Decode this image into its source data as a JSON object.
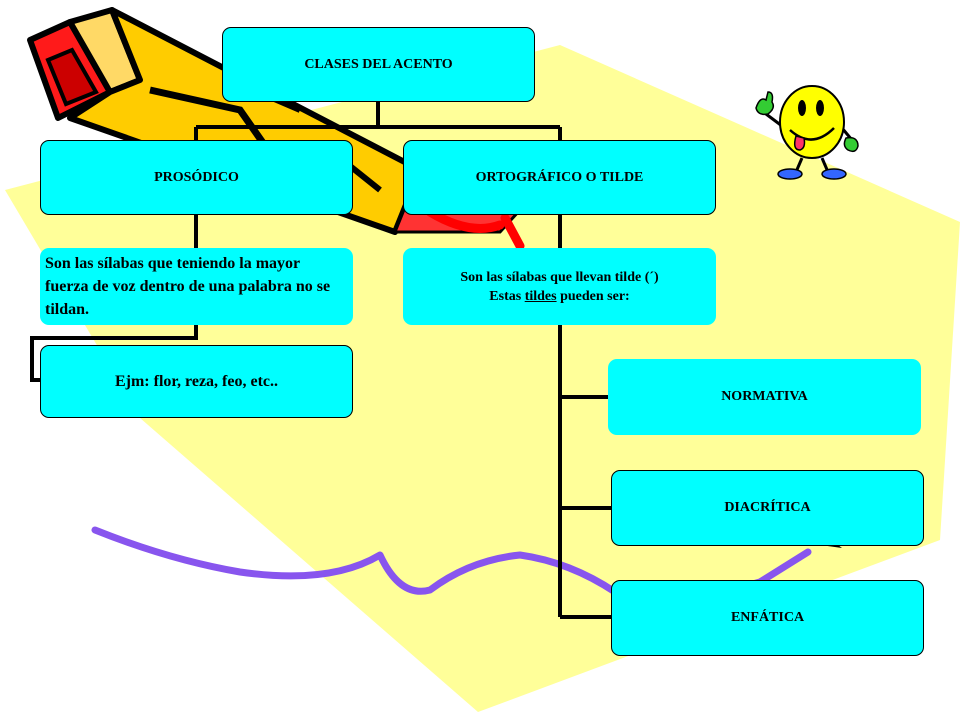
{
  "root": {
    "label": "CLASES  DEL  ACENTO"
  },
  "branches": {
    "prosodico": {
      "label": "PROSÓDICO",
      "description": "Son las sílabas que teniendo la mayor fuerza de voz dentro de una palabra no se tildan.",
      "example": "Ejm:  flor, reza,  feo, etc.."
    },
    "ortografico": {
      "label": "ORTOGRÁFICO  O  TILDE",
      "description_line1": "Son las sílabas que llevan tilde (´)",
      "description_line2_pre": "Estas ",
      "description_line2_underlined": "tildes",
      "description_line2_post": " pueden  ser:",
      "types": [
        "NORMATIVA",
        "DIACRÍTICA",
        "ENFÁTICA"
      ]
    }
  },
  "icons": {
    "pencil": "pencil-icon",
    "smiley": "smiley-icon",
    "squiggle": "squiggle-line"
  },
  "colors": {
    "box_fill": "#00ffff",
    "connector": "#000000",
    "background_shape": "#ffff99",
    "pencil_body": "#ffcc00",
    "pencil_eraser": "#ff0000",
    "squiggle": "#8855ee",
    "smiley": "#ffff00"
  }
}
